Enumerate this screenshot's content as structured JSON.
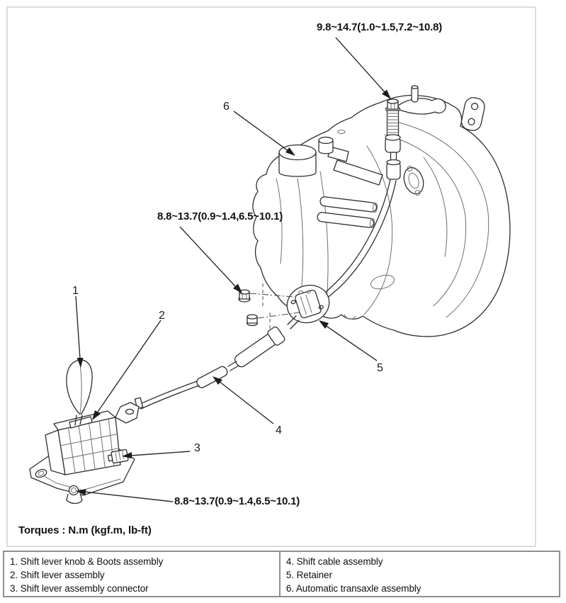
{
  "annotations": {
    "torque_top": "9.8~14.7(1.0~1.5,7.2~10.8)",
    "torque_mid": "8.8~13.7(0.9~1.4,6.5~10.1)",
    "torque_bottom": "8.8~13.7(0.9~1.4,6.5~10.1)",
    "torque_units_note": "Torques : N.m (kgf.m, lb-ft)"
  },
  "callout_numbers": [
    "1",
    "2",
    "3",
    "4",
    "5",
    "6"
  ],
  "legend_table": {
    "left_column": [
      "1. Shift lever knob & Boots assembly",
      "2. Shift lever assembly",
      "3. Shift lever assembly connector"
    ],
    "right_column": [
      "4. Shift cable assembly",
      "5. Retainer",
      "6. Automatic transaxle assembly"
    ]
  },
  "colors": {
    "line": "#2e2e2e",
    "frame_border": "#dcdcdc",
    "table_border": "#8f8f8f",
    "background": "#ffffff"
  }
}
